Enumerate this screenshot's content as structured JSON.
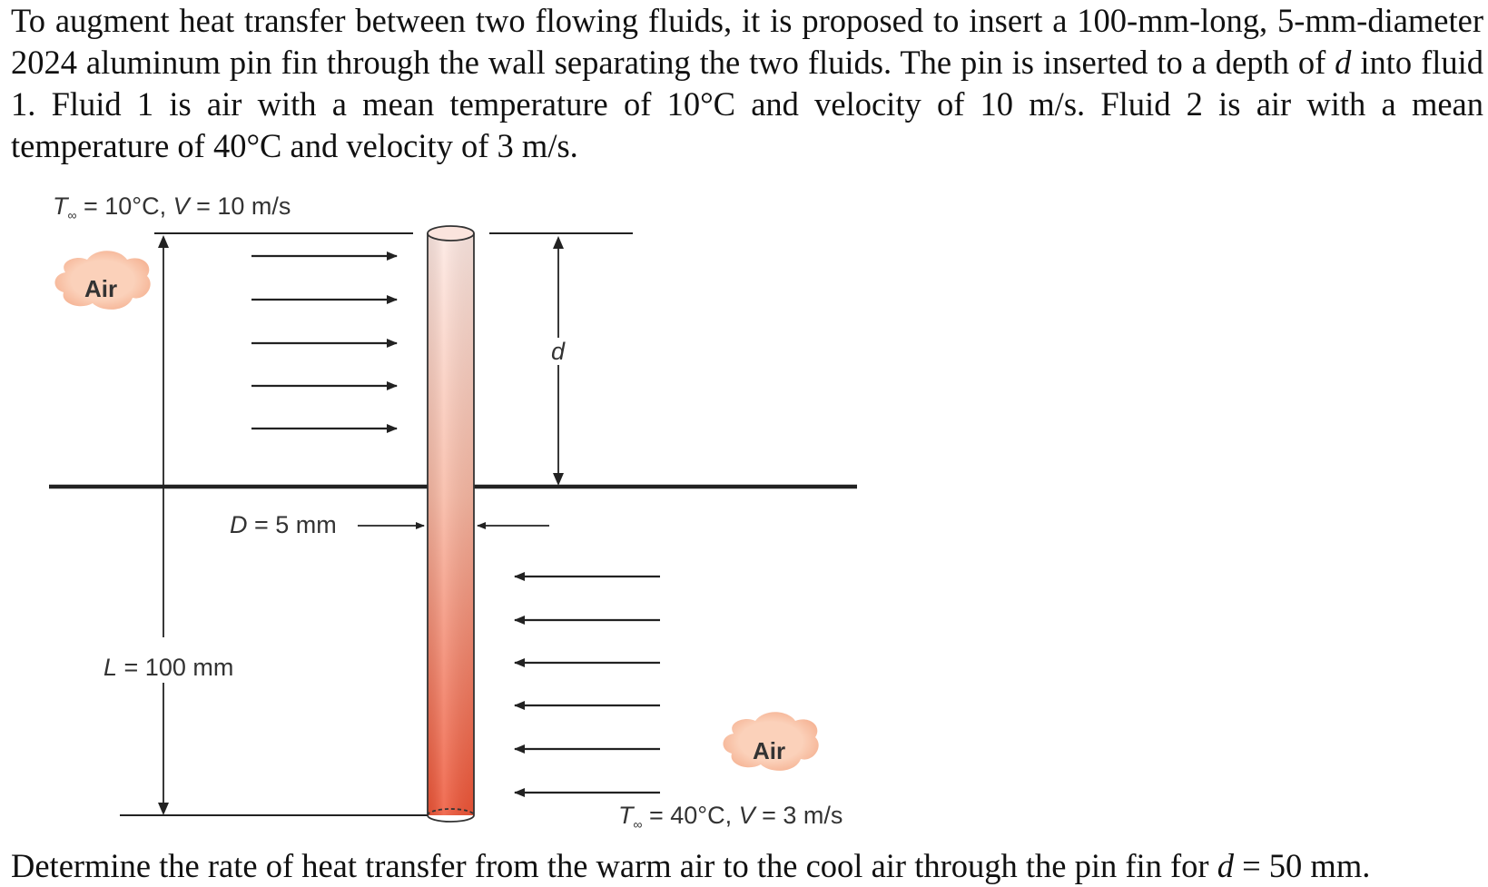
{
  "problem": {
    "intro_part1": "To augment heat transfer between two flowing fluids, it is proposed to insert a 100-mm-long, 5-mm-diameter 2024 aluminum pin fin through the wall separating the two fluids. The pin is inserted to a depth of ",
    "intro_var": "d",
    "intro_part2": " into fluid 1. Fluid 1 is air with a mean temperature of 10°C and velocity of 10 m/s. Fluid 2 is air with a mean temperature of 40°C and velocity of 3 m/s.",
    "question_part1": "Determine the rate of heat transfer from the warm air to the cool air through the pin fin for ",
    "question_var": "d",
    "question_part2": " = 50 mm."
  },
  "figure": {
    "fluid1_T_symbol": "T",
    "fluid1_T_sub": "∞",
    "fluid1_conditions": " = 10°C, ",
    "fluid1_V_symbol": "V",
    "fluid1_V_value": " = 10 m/s",
    "fluid1_label": "Air",
    "fluid2_T_symbol": "T",
    "fluid2_T_sub": "∞",
    "fluid2_conditions": " = 40°C, ",
    "fluid2_V_symbol": "V",
    "fluid2_V_value": " = 3 m/s",
    "fluid2_label": "Air",
    "depth_label": "d",
    "diameter_symbol": "D",
    "diameter_value": " = 5 mm",
    "length_symbol": "L",
    "length_value": " = 100 mm",
    "colors": {
      "fin_top": "#fde3dc",
      "fin_bottom": "#f0583c",
      "cloud": "#f9c6aa",
      "line": "#222222"
    }
  }
}
